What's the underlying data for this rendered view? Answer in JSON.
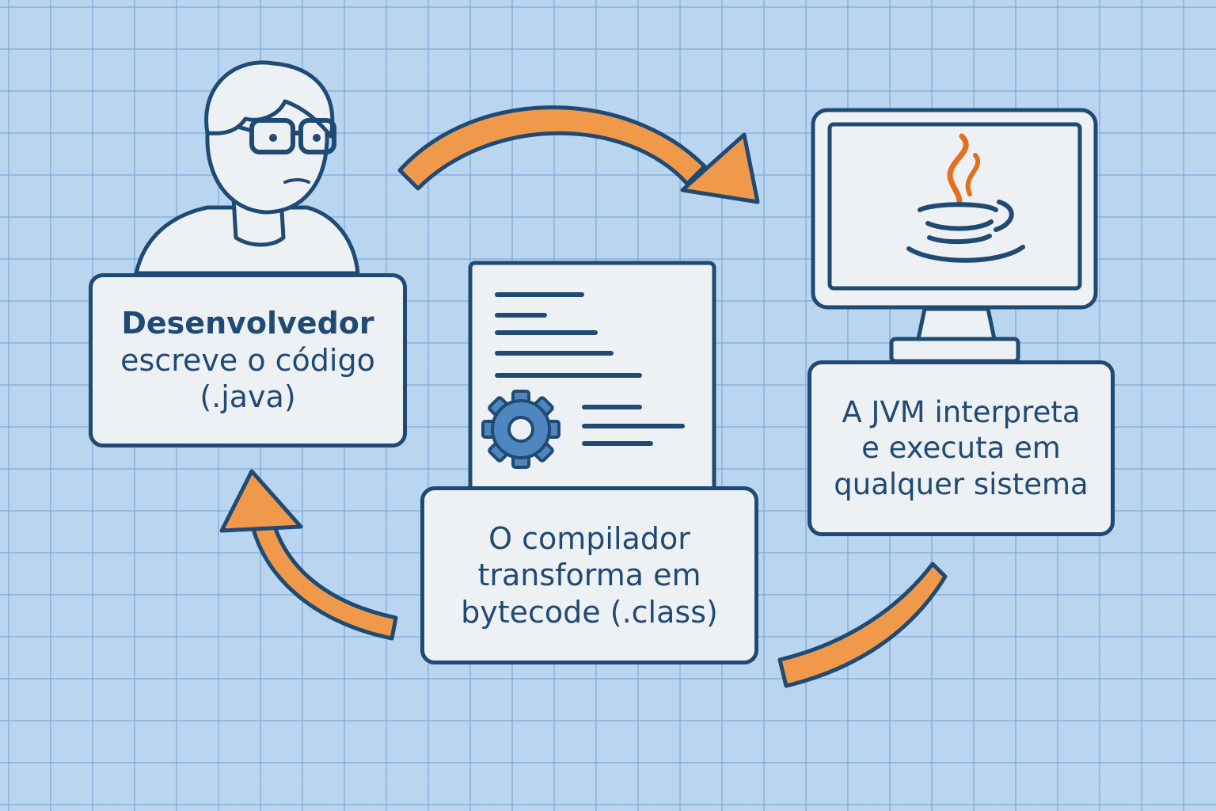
{
  "diagram": {
    "developer": {
      "lines": [
        "Desenvolvedor",
        "escreve o código",
        "(.java)"
      ],
      "icon": "developer-person-icon"
    },
    "compiler": {
      "lines": [
        "O compilador",
        "transforma em",
        "bytecode (.class)"
      ],
      "icon": "bytecode-document-icon"
    },
    "jvm": {
      "lines": [
        "A JVM interpreta",
        "e executa em",
        "qualquer sistema"
      ],
      "icon": "java-monitor-icon"
    },
    "colors": {
      "background": "#b9d5f0",
      "outline": "#1f4a74",
      "panel": "#eef1f4",
      "arrow": "#f0994a",
      "gear": "#4f86bf",
      "java_flame": "#e2701f"
    }
  }
}
